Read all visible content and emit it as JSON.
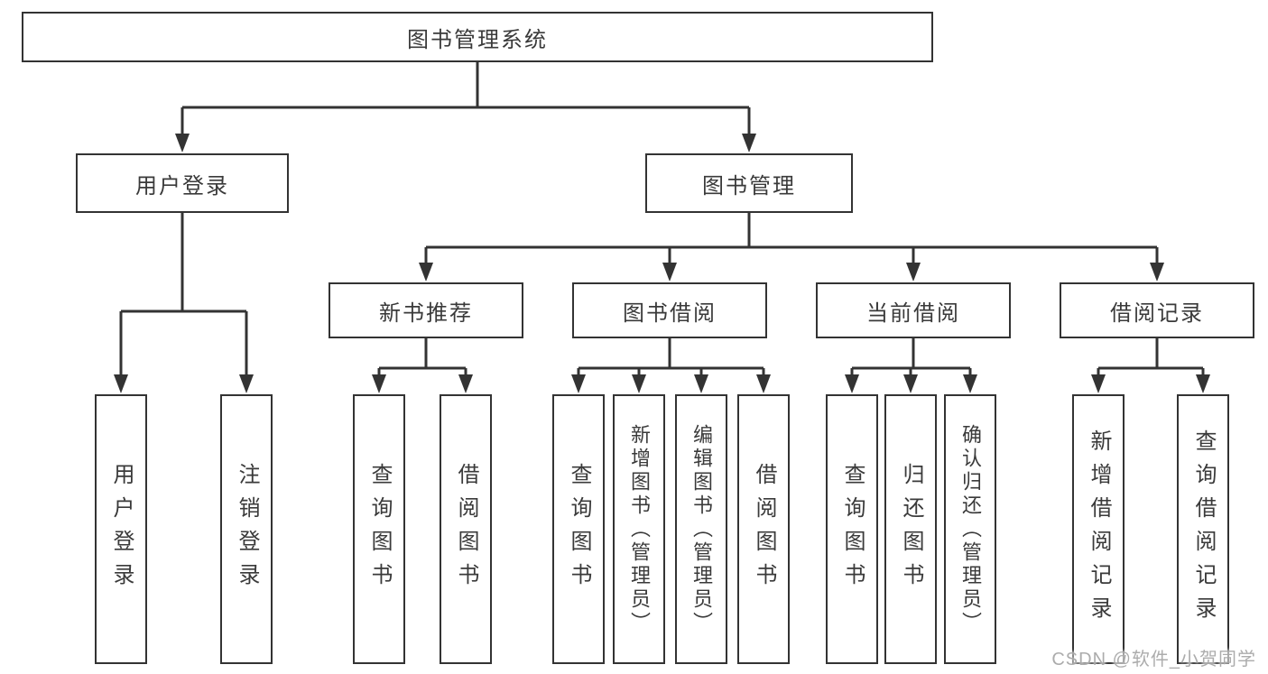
{
  "page": {
    "background": "#ffffff"
  },
  "colors": {
    "line": "#333333",
    "box_border": "#333333",
    "text": "#3a3a3a",
    "watermark": "#a8a8a8"
  },
  "watermark": {
    "text": "CSDN @软件_小贺同学"
  },
  "tree": {
    "root": {
      "label": "图书管理系统"
    },
    "children": [
      {
        "label": "用户登录",
        "children": [
          {
            "label": "用户登录"
          },
          {
            "label": "注销登录"
          }
        ]
      },
      {
        "label": "图书管理",
        "children": [
          {
            "label": "新书推荐",
            "children": [
              {
                "label": "查询图书"
              },
              {
                "label": "借阅图书"
              }
            ]
          },
          {
            "label": "图书借阅",
            "children": [
              {
                "label": "查询图书"
              },
              {
                "label": "新增图书（管理员）"
              },
              {
                "label": "编辑图书（管理员）"
              },
              {
                "label": "借阅图书"
              }
            ]
          },
          {
            "label": "当前借阅",
            "children": [
              {
                "label": "查询图书"
              },
              {
                "label": "归还图书"
              },
              {
                "label": "确认归还（管理员）"
              }
            ]
          },
          {
            "label": "借阅记录",
            "children": [
              {
                "label": "新增借阅记录"
              },
              {
                "label": "查询借阅记录"
              }
            ]
          }
        ]
      }
    ]
  }
}
